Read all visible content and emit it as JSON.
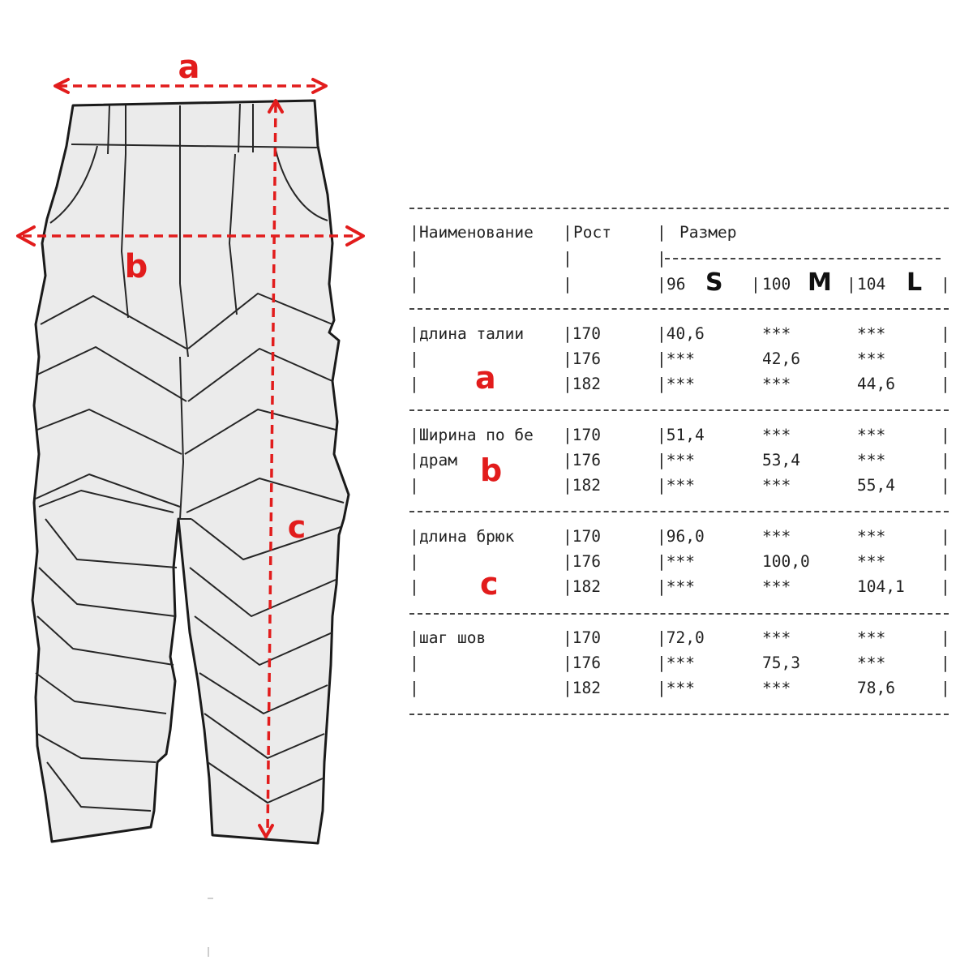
{
  "diagram": {
    "label_a": "a",
    "label_b": "b",
    "label_c": "c"
  },
  "table": {
    "headers": {
      "name": "Наименование",
      "height": "Рост",
      "size": "Размер"
    },
    "sizes": [
      {
        "num": "96",
        "letter": "S"
      },
      {
        "num": "100",
        "letter": "M"
      },
      {
        "num": "104",
        "letter": "L"
      }
    ],
    "rows": [
      {
        "name_lines": [
          "длина талии"
        ],
        "marker": "a",
        "heights": [
          "170",
          "176",
          "182"
        ],
        "values": [
          [
            "40,6",
            "***",
            "***"
          ],
          [
            "***",
            "42,6",
            "***"
          ],
          [
            "***",
            "***",
            "44,6"
          ]
        ]
      },
      {
        "name_lines": [
          "Ширина по бе",
          "драм"
        ],
        "marker": "b",
        "heights": [
          "170",
          "176",
          "182"
        ],
        "values": [
          [
            "51,4",
            "***",
            "***"
          ],
          [
            "***",
            "53,4",
            "***"
          ],
          [
            "***",
            "***",
            "55,4"
          ]
        ]
      },
      {
        "name_lines": [
          "длина брюк"
        ],
        "marker": "c",
        "heights": [
          "170",
          "176",
          "182"
        ],
        "values": [
          [
            "96,0",
            "***",
            "***"
          ],
          [
            "***",
            "100,0",
            "***"
          ],
          [
            "***",
            "***",
            "104,1"
          ]
        ]
      },
      {
        "name_lines": [
          "шаг шов"
        ],
        "marker": "",
        "heights": [
          "170",
          "176",
          "182"
        ],
        "values": [
          [
            "72,0",
            "***",
            "***"
          ],
          [
            "***",
            "75,3",
            "***"
          ],
          [
            "***",
            "***",
            "78,6"
          ]
        ]
      }
    ]
  },
  "colors": {
    "measure_red": "#e21c1c",
    "ink": "#222222",
    "fabric": "#ebebeb"
  }
}
